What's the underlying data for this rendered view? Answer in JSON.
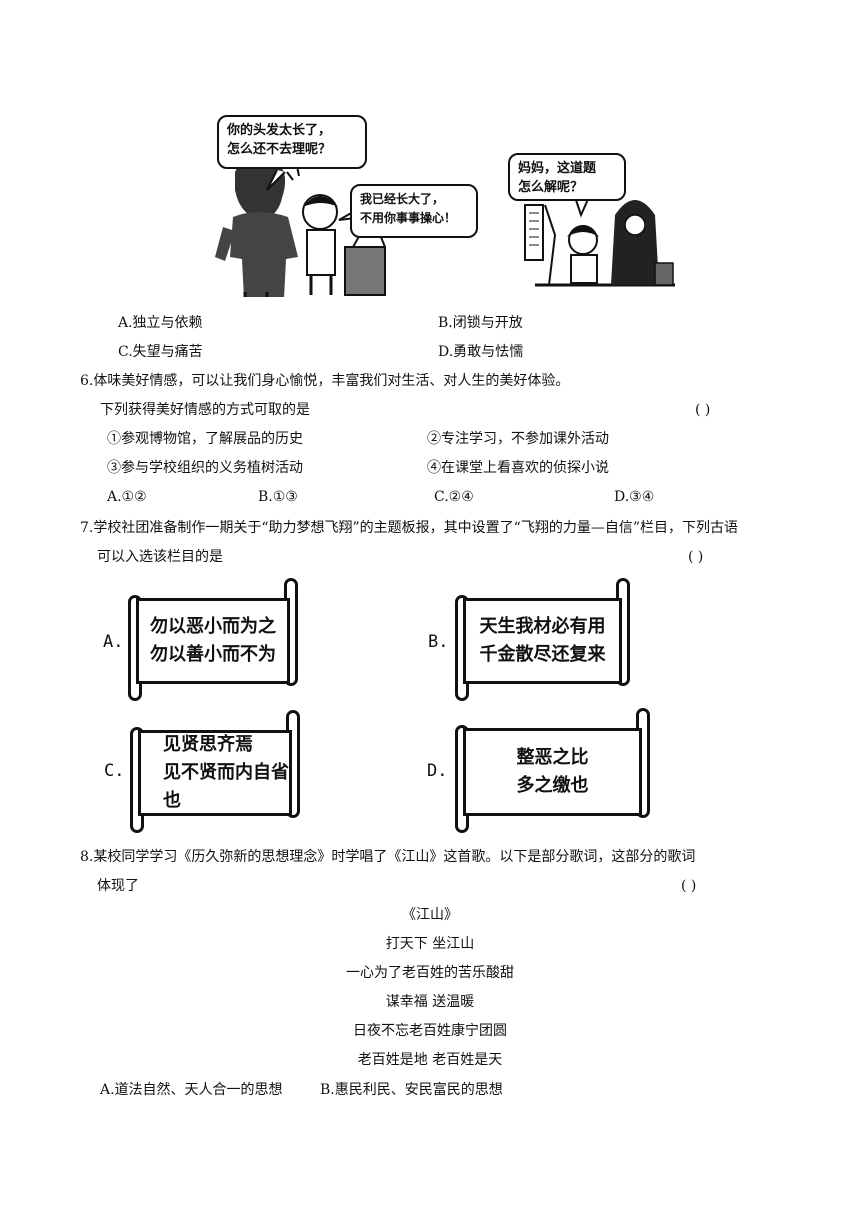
{
  "cartoon_left": {
    "mother_bubble": [
      "你的头发太长了，",
      "怎么还不去理呢？"
    ],
    "son_bubble": [
      "我已经长大了，",
      "不用你事事操心！"
    ]
  },
  "cartoon_right": {
    "girl_bubble": [
      "妈妈，这道题",
      "怎么解呢？"
    ]
  },
  "q5_options": {
    "a": "A.独立与依赖",
    "b": "B.闭锁与开放",
    "c": "C.失望与痛苦",
    "d": "D.勇敢与怯懦"
  },
  "q6": {
    "stem_line1": "6.体味美好情感，可以让我们身心愉悦，丰富我们对生活、对人生的美好体验。",
    "stem_line2": "下列获得美好情感的方式可取的是",
    "paren": "(      )",
    "items": [
      "①参观博物馆，了解展品的历史",
      "②专注学习，不参加课外活动",
      "③参与学校组织的义务植树活动",
      "④在课堂上看喜欢的侦探小说"
    ],
    "options": [
      "A.①②",
      "B.①③",
      "C.②④",
      "D.③④"
    ]
  },
  "q7": {
    "stem_line1": "7.学校社团准备制作一期关于“助力梦想飞翔”的主题板报，其中设置了“飞翔的力量—自信”栏目，下列古语",
    "stem_line2": "可以入选该栏目的是",
    "paren": "(      )",
    "scrolls": [
      {
        "letter": "A.",
        "lines": [
          "勿以恶小而为之",
          "勿以善小而不为"
        ]
      },
      {
        "letter": "B.",
        "lines": [
          "天生我材必有用",
          "千金散尽还复来"
        ]
      },
      {
        "letter": "C.",
        "lines": [
          "见贤思齐焉",
          "见不贤而内自省也"
        ]
      },
      {
        "letter": "D.",
        "lines": [
          "整恶之比",
          "多之缴也"
        ]
      }
    ]
  },
  "q8": {
    "stem_line1": "8.某校同学学习《历久弥新的思想理念》时学唱了《江山》这首歌。以下是部分歌词，这部分的歌词",
    "stem_line2": "体现了",
    "paren": "(      )",
    "lyrics": [
      "《江山》",
      "打天下  坐江山",
      "一心为了老百姓的苦乐酸甜",
      "谋幸福  送温暖",
      "日夜不忘老百姓康宁团圆",
      "老百姓是地  老百姓是天"
    ],
    "option_a": "A.道法自然、天人合一的思想",
    "option_b": "B.惠民利民、安民富民的思想"
  }
}
